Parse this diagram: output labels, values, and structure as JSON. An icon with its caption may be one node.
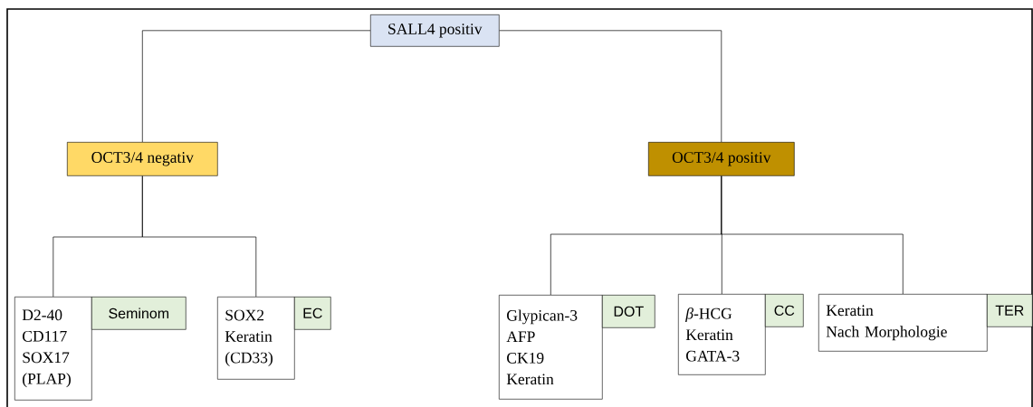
{
  "diagram": {
    "nodes": [
      {
        "text": [
          "SALL4 positiv"
        ]
      },
      {
        "text": [
          "OCT3/4 negativ"
        ]
      },
      {
        "text": [
          "OCT3/4 positiv"
        ]
      },
      {
        "text": [
          "D2-40",
          "CD117",
          "SOX17",
          "(PLAP)"
        ]
      },
      {
        "text": [
          "Seminom"
        ]
      },
      {
        "text": [
          "SOX2",
          "Keratin",
          "(CD33)"
        ]
      },
      {
        "text": [
          "EC"
        ]
      },
      {
        "text": [
          "Glypican-3",
          "AFP",
          "CK19",
          "Keratin"
        ]
      },
      {
        "text": [
          "DOT"
        ]
      },
      {
        "text": [
          "*β*-HCG",
          "Keratin",
          "GATA-3"
        ]
      },
      {
        "text": [
          "CC"
        ]
      },
      {
        "text": [
          "Keratin",
          "Nach Morphologie"
        ]
      },
      {
        "text": [
          "TER"
        ]
      }
    ],
    "edges": [
      {
        "from": 0,
        "to": 1,
        "arrow": "none"
      },
      {
        "from": 0,
        "to": 2,
        "arrow": "none"
      },
      {
        "from": 1,
        "to": 3,
        "arrow": "none"
      },
      {
        "from": 1,
        "to": 5,
        "arrow": "none"
      },
      {
        "from": 2,
        "to": 7,
        "arrow": "none"
      },
      {
        "from": 2,
        "to": 9,
        "arrow": "none"
      },
      {
        "from": 2,
        "to": 11,
        "arrow": "none"
      }
    ]
  }
}
